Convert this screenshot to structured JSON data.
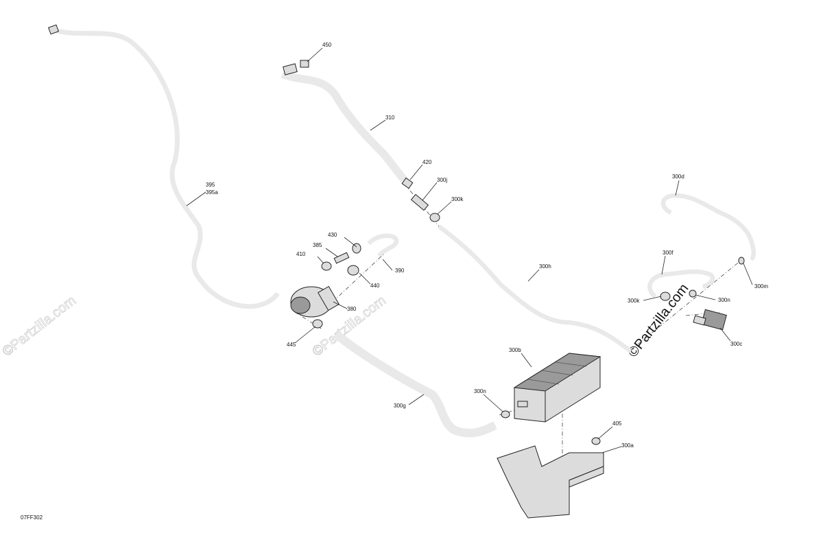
{
  "diagram_code": "07FF302",
  "watermark": "©Partzilla.com",
  "labels": {
    "p450": "450",
    "p310": "310",
    "p420": "420",
    "p300j": "300j",
    "p300k_top": "300k",
    "p395": "395",
    "p395a": "395a",
    "p430": "430",
    "p385": "385",
    "p410": "410",
    "p390": "390",
    "p440": "440",
    "p380": "380",
    "p445": "445",
    "p300h": "300h",
    "p300d": "300d",
    "p300f": "300f",
    "p300m": "300m",
    "p300k_right": "300k",
    "p300n_right": "300n",
    "p300c": "300c",
    "p300b": "300b",
    "p300n_bottom": "300n",
    "p300g": "300g",
    "p405": "405",
    "p300a": "300a"
  }
}
